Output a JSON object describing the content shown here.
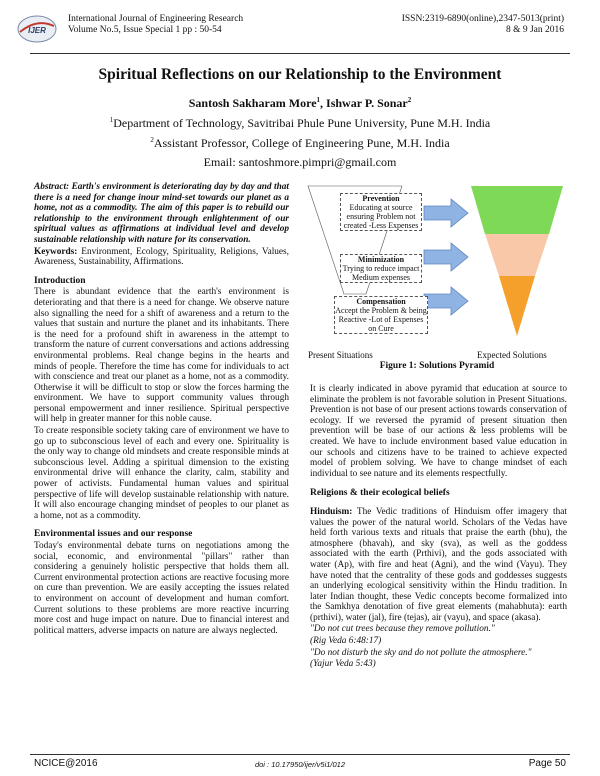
{
  "header": {
    "journal": "International Journal of Engineering Research",
    "volume": "Volume No.5, Issue Special 1   pp : 50-54",
    "issn": "ISSN:2319-6890(online),2347-5013(print)",
    "date": "8 & 9 Jan 2016",
    "logo_text": "IJER"
  },
  "title": "Spiritual Reflections on our Relationship to the Environment",
  "authors": {
    "a1": "Santosh Sakharam More",
    "a1_sup": "1",
    "sep": ", ",
    "a2": "Ishwar P. Sonar",
    "a2_sup": "2"
  },
  "affiliations": {
    "aff1_sup": "1",
    "aff1": "Department of Technology, Savitribai Phule Pune University, Pune M.H. India",
    "aff2_sup": "2",
    "aff2": "Assistant Professor, College of Engineering Pune, M.H. India",
    "email": "Email: santoshmore.pimpri@gmail.com"
  },
  "left": {
    "abstract": "Abstract: Earth's environment is deteriorating day by day and that there is a need for change inour mind-set towards our planet as a home, not as a commodity. The aim of this paper is to rebuild our relationship to the environment through enlightenment of our spiritual values as affirmations at individual level and develop sustainable relationship with nature for its conservation.",
    "keywords_label": "Keywords:",
    "keywords": " Environment, Ecology, Spirituality, Religions, Values, Awareness, Sustainability, Affirmations.",
    "intro_heading": "Introduction",
    "intro_p1": "There is abundant evidence that the earth's environment is deteriorating and that there is a need for change. We observe nature also signalling the need for a shift of awareness and a return to the values that sustain and nurture the planet and its inhabitants. There is the need for a profound shift in awareness in the attempt to transform the nature of current conversations and actions addressing environmental problems. Real change begins in the hearts and minds of people. Therefore the time has come for individuals to act with conscience and treat our planet as a home, not as a commodity. Otherwise it will be difficult to stop or slow the forces harming the environment. We have to support community values through personal empowerment and inner resilience. Spiritual perspective will help in greater manner for this noble cause.",
    "intro_p2": "To create responsible society taking care of environment we have to go up to subconscious level of each and every one. Spirituality is the only way to change old mindsets and create responsible minds at subconscious level. Adding a spiritual dimension to the existing environmental drive will enhance the clarity, calm, stability and power of activists. Fundamental human values and spiritual perspective of life will develop sustainable relationship with nature. It will also encourage changing mindset of peoples to our planet as a home, not as a commodity.",
    "env_heading": "Environmental issues and our response",
    "env_p1": "Today's environmental debate turns on negotiations among the social, economic, and environmental \"pillars\" rather than considering a genuinely holistic perspective that holds them all. Current environmental protection actions are reactive focusing more on cure than prevention. We are easily accepting the issues related to environment on account of development and human comfort. Current solutions to these problems are more reactive incurring more cost and huge impact on nature. Due to financial interest and political matters, adverse impacts on nature are always neglected."
  },
  "figure": {
    "prevention_title": "Prevention",
    "prevention_text": "Educating at source ensuring Problem not created -Less Expenses",
    "minimization_title": "Minimization",
    "minimization_text": "Trying to reduce impact Medium expenses",
    "compensation_title": "Compensation",
    "compensation_text": "Accept the Problem & being Reactive -Lot of Expenses on Cure",
    "present_label": "Present Situations",
    "expected_label": "Expected Solutions",
    "caption": "Figure 1: Solutions Pyramid",
    "colors": {
      "top": "#7ed957",
      "middle": "#f8c8a8",
      "bottom": "#f5a02a",
      "arrow": "#8fb4e3",
      "arrow_stroke": "#5b86c2"
    }
  },
  "right": {
    "p1": "It is clearly indicated in above pyramid that education at source to eliminate the problem is not favorable solution in Present Situations. Prevention is not base of our present actions towards conservation of ecology. If we reversed the pyramid of present situation then prevention will be base of our actions & less problems will be created. We have to include environment based value education in our schools and citizens have to be trained to achieve expected model of problem solving. We have to change mindset of each individual to see nature and its elements respectfully.",
    "religions_heading": "Religions & their ecological beliefs",
    "hinduism_label": "Hinduism:",
    "hinduism_text": " The Vedic traditions of Hinduism offer imagery that values the power of the natural world. Scholars of the Vedas have held forth various texts and rituals that praise the earth (bhu), the atmosphere (bhavah), and sky (sva), as well as the goddess associated with the earth (Prthivi), and the gods associated with water (Ap), with fire and heat (Agni), and the wind (Vayu). They have noted that the centrality of these gods and goddesses suggests an underlying ecological sensitivity within the Hindu tradition. In later Indian thought, these Vedic concepts become formalized into the Samkhya denotation of five great elements (mahabhuta): earth (prthivi), water (jal), fire (tejas), air (vayu), and space (akasa).",
    "q1": "\"Do not cut trees because they remove pollution.\"",
    "q1_src": "(Rig Veda 6:48:17)",
    "q2": "\"Do not disturb the sky and do not pollute the atmosphere.\"",
    "q2_src": "(Yajur Veda 5:43)"
  },
  "footer": {
    "left": "NCICE@2016",
    "center": "doi : 10.17950/ijer/v5i1/012",
    "right": "Page 50"
  }
}
